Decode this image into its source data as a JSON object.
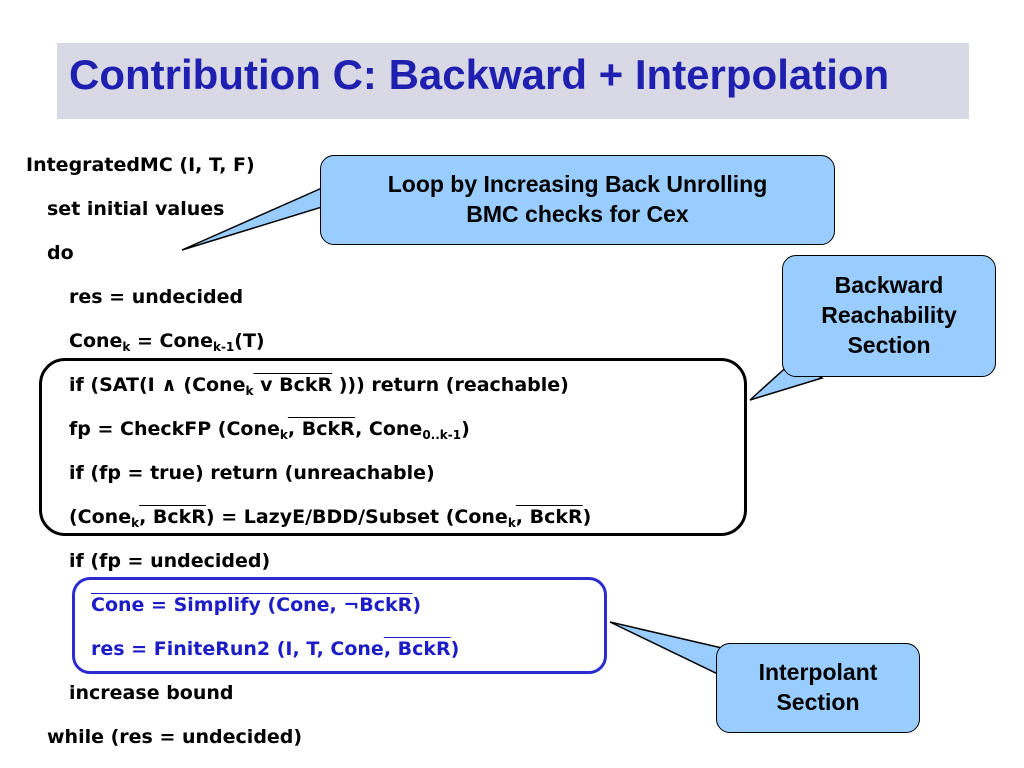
{
  "slide": {
    "title": "Contribution C: Backward + Interpolation"
  },
  "code": {
    "l1": "IntegratedMC (I, T, F)",
    "l2": "set initial values",
    "l3": "do",
    "l4": "res = undecided",
    "l5": {
      "a": "Cone",
      "b": "k",
      "c": " = Cone",
      "d": "k-1",
      "e": "(T)"
    },
    "l6": {
      "a": "if (SAT(I ",
      "b": "∧",
      "c": " (Cone",
      "d": "k",
      "e": " v BckR",
      "f": " )))  return (reachable)"
    },
    "l7": {
      "a": "fp = CheckFP (Cone",
      "b": "k",
      "c": ", BckR",
      "d": ", Cone",
      "e": "0..k-1",
      "f": ")"
    },
    "l8": "if (fp = true) return (unreachable)",
    "l9": {
      "a": "(Cone",
      "b": "k",
      "c": ", BckR",
      "d": ") = LazyE/BDD/Subset (Cone",
      "e": "k",
      "f": ", BckR",
      "g": ")"
    },
    "l10": "if (fp = undecided)",
    "l11": {
      "a": "Cone",
      "b": " = Simplify (Cone, ¬BckR",
      "c": ")"
    },
    "l12": {
      "a": "res = FiniteRun2 (I, T, Cone",
      "b": ", BckR",
      "c": ")"
    },
    "l13": "increase bound",
    "l14": "while (res = undecided)"
  },
  "callouts": {
    "loop": {
      "line1": "Loop by Increasing Back Unrolling",
      "line2": "BMC checks for Cex"
    },
    "backward": {
      "line1": "Backward",
      "line2": "Reachability",
      "line3": "Section"
    },
    "interpolant": {
      "line1": "Interpolant",
      "line2": "Section"
    }
  },
  "colors": {
    "title_bg": "#d9d9e6",
    "title_text": "#1f1fb0",
    "callout_fill": "#99ccff",
    "interp_code": "#1d1dc8"
  }
}
